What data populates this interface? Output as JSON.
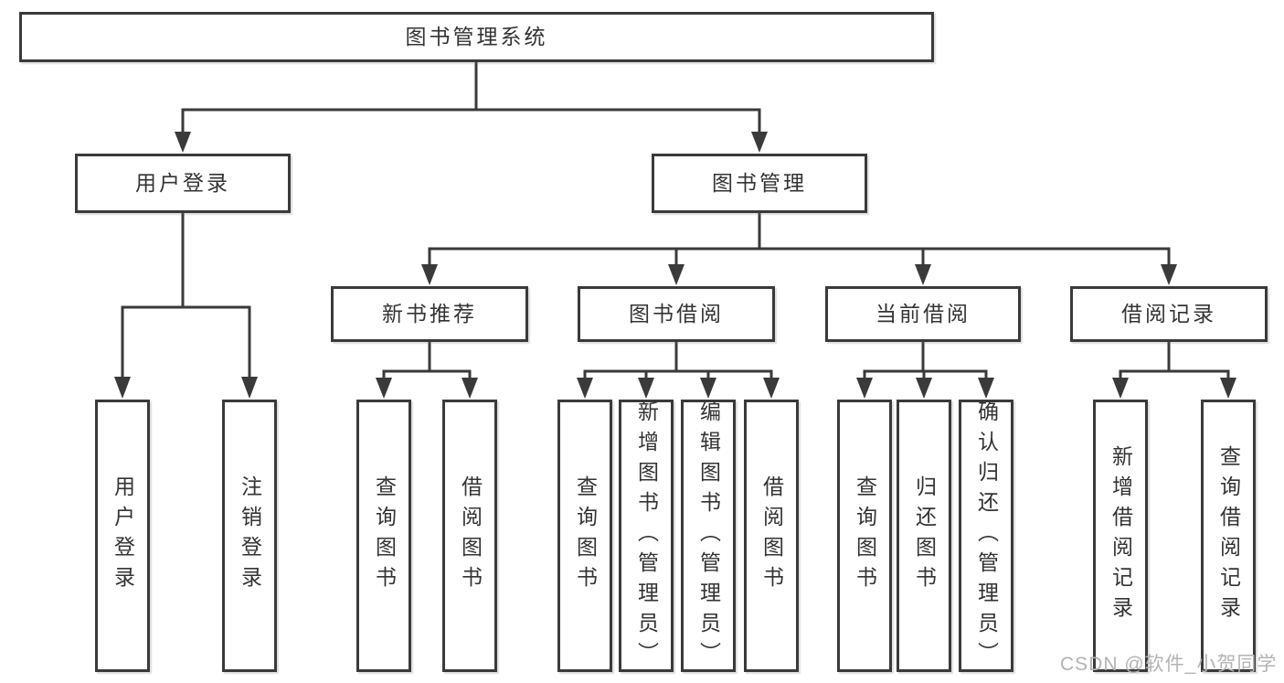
{
  "diagram": {
    "root": {
      "label": "图书管理系统",
      "children": [
        {
          "label": "用户登录",
          "children": [
            {
              "label": "用户登录"
            },
            {
              "label": "注销登录"
            }
          ]
        },
        {
          "label": "图书管理",
          "children": [
            {
              "label": "新书推荐",
              "children": [
                {
                  "label": "查询图书"
                },
                {
                  "label": "借阅图书"
                }
              ]
            },
            {
              "label": "图书借阅",
              "children": [
                {
                  "label": "查询图书"
                },
                {
                  "label": "新增图书（管理员）"
                },
                {
                  "label": "编辑图书（管理员）"
                },
                {
                  "label": "借阅图书"
                }
              ]
            },
            {
              "label": "当前借阅",
              "children": [
                {
                  "label": "查询图书"
                },
                {
                  "label": "归还图书"
                },
                {
                  "label": "确认归还（管理员）"
                }
              ]
            },
            {
              "label": "借阅记录",
              "children": [
                {
                  "label": "新增借阅记录"
                },
                {
                  "label": "查询借阅记录"
                }
              ]
            }
          ]
        }
      ]
    }
  },
  "watermark": {
    "text": "CSDN @软件_小贺同学"
  },
  "colors": {
    "line": "#3a3a3a",
    "text": "#333333",
    "node_fill": "#ffffff",
    "watermark": "#b3b3b3",
    "background": "#ffffff"
  }
}
